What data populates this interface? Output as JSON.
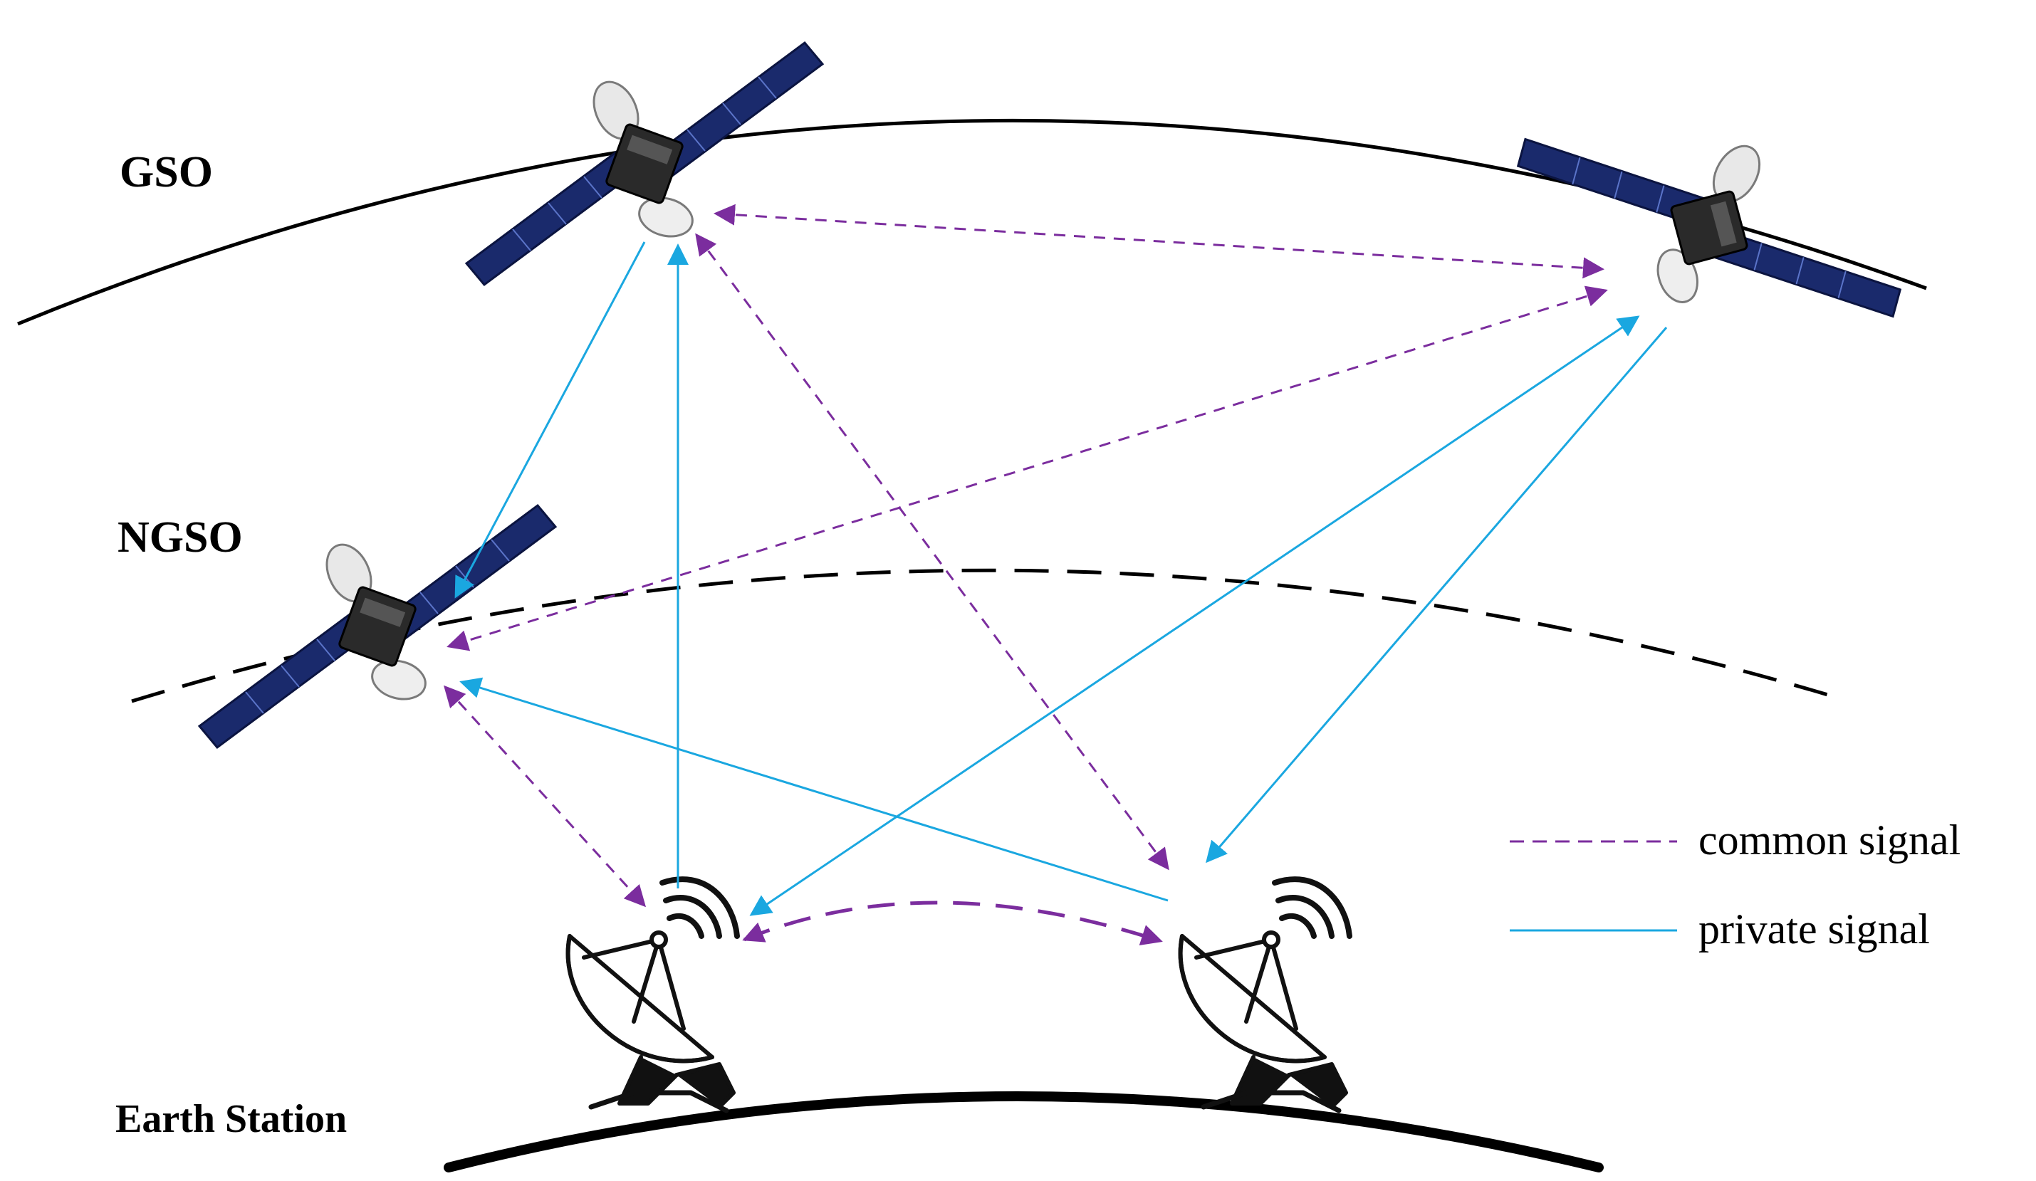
{
  "labels": {
    "gso": "GSO",
    "ngso": "NGSO",
    "earth_station": "Earth Station"
  },
  "legend": {
    "common": "common signal",
    "private": "private signal"
  },
  "colors": {
    "common_signal": "#7B2D9E",
    "private_signal": "#1AA7E0",
    "orbit": "#000000",
    "solar_panel": "#1A2A6C",
    "satellite_body": "#2A2A2A"
  },
  "icons": {
    "gso_satellite": "satellite-icon",
    "ngso_satellite": "satellite-icon",
    "earth_station": "satellite-dish-icon"
  }
}
